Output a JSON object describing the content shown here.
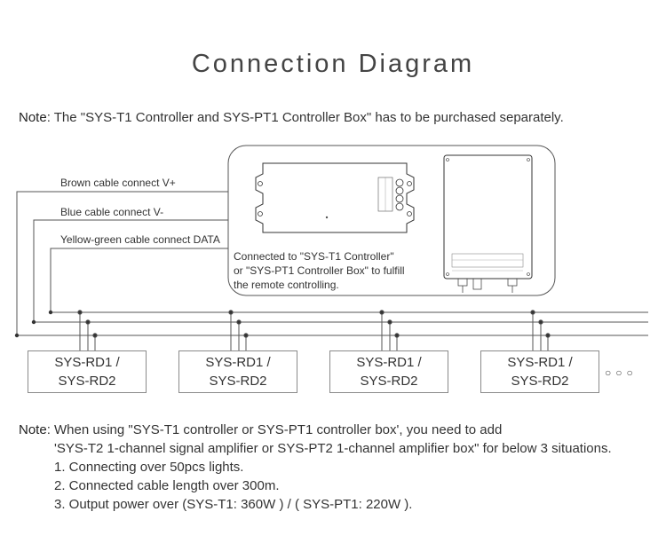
{
  "title": "Connection Diagram",
  "note_top": {
    "label": "Note",
    "text": ": The \"SYS-T1 Controller and SYS-PT1 Controller Box\" has to be purchased separately."
  },
  "cables": {
    "brown": "Brown cable connect V+",
    "blue": "Blue cable connect V-",
    "yellow_green": "Yellow-green cable connect DATA"
  },
  "controller_panel": {
    "line1": "Connected to \"SYS-T1 Controller\"",
    "line2": "or \"SYS-PT1 Controller Box\" to fulfill",
    "line3": "the remote controlling."
  },
  "lights": [
    {
      "line1": "SYS-RD1 /",
      "line2": "SYS-RD2"
    },
    {
      "line1": "SYS-RD1 /",
      "line2": "SYS-RD2"
    },
    {
      "line1": "SYS-RD1 /",
      "line2": "SYS-RD2"
    },
    {
      "line1": "SYS-RD1 /",
      "line2": "SYS-RD2"
    }
  ],
  "more_symbol": "○○○",
  "note_bottom": {
    "label": "Note",
    "line1": ": When using \"SYS-T1 controller or SYS-PT1 controller box', you need to add",
    "line2": "'SYS-T2 1-channel signal amplifier or SYS-PT2 1-channel amplifier box\" for below 3 situations.",
    "items": [
      "1. Connecting over 50pcs lights.",
      "2. Connected cable length over 300m.",
      "3. Output power over (SYS-T1: 360W ) / ( SYS-PT1: 220W )."
    ]
  },
  "colors": {
    "line": "#555555",
    "text": "#333333",
    "box_border": "#8a8a8a"
  }
}
